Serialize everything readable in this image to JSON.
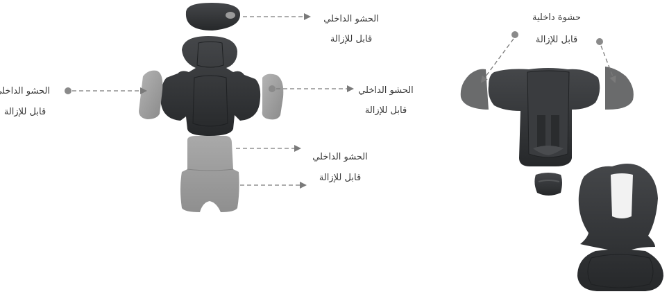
{
  "labels": {
    "headrest_title": "الحشو الداخلي",
    "headrest_sub": "قابل للإزالة",
    "left_title": "الحشو الداخلي",
    "left_sub": "قابل للإزالة",
    "right_title": "الحشو الداخلي",
    "right_sub": "قابل للإزالة",
    "seat_title": "الحشو الداخلي",
    "seat_sub": "قابل للإزالة",
    "insert_title": "حشوة داخلية",
    "insert_sub": "قابل للإزالة"
  },
  "colors": {
    "dark_fabric": "#2f3134",
    "light_pad": "#9c9c9c",
    "gray_pad": "#6e6f70",
    "arrow": "#7a7a7a",
    "dot": "#8a8a8a",
    "text": "#3a3a3a"
  }
}
